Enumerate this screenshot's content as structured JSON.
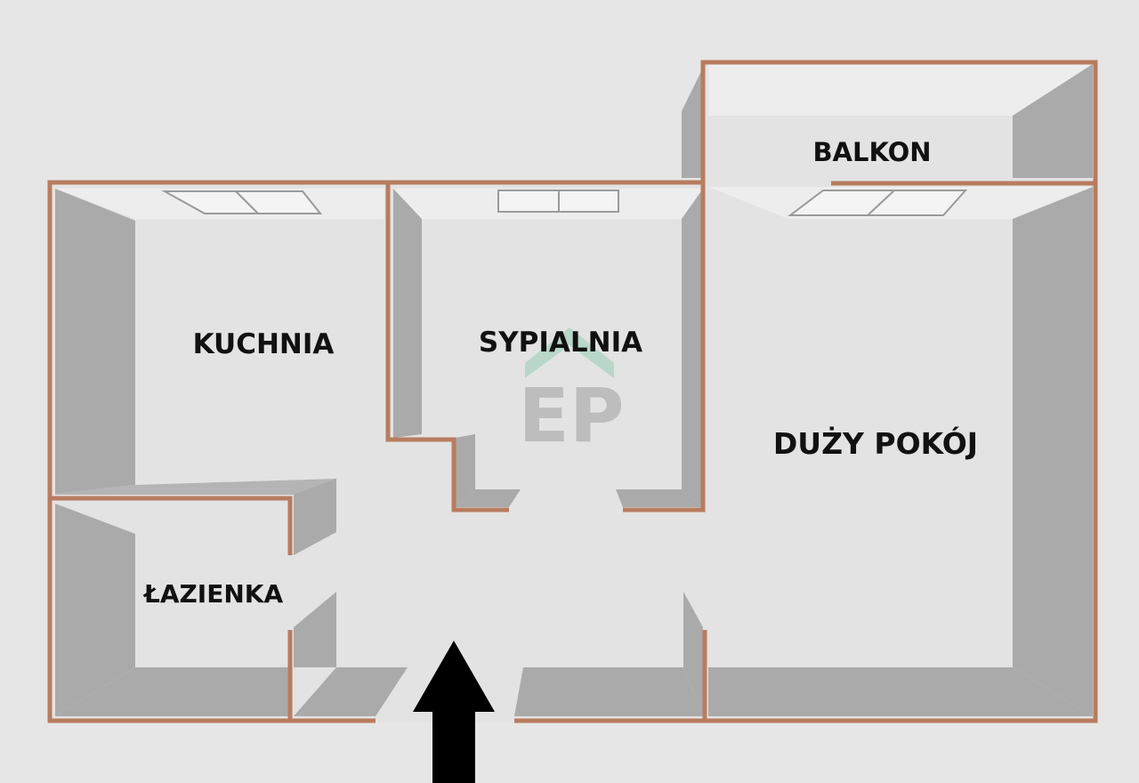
{
  "rooms": {
    "kitchen": "KUCHNIA",
    "bedroom": "SYPIALNIA",
    "balcony": "BALKON",
    "living_room": "DUŻY POKÓJ",
    "bathroom": "ŁAZIENKA"
  },
  "watermark": {
    "text": "EP",
    "text_color": "#bdbdbd",
    "roof_color": "#b9d7c8"
  },
  "colors": {
    "background": "#e6e6e6",
    "floor": "#e3e3e3",
    "wall_shade": "#aaaaaa",
    "wall_outline": "#b87c5f",
    "entrance_arrow": "#000000"
  },
  "icons": {
    "entrance": "arrow-up-icon",
    "window": "window-icon"
  }
}
